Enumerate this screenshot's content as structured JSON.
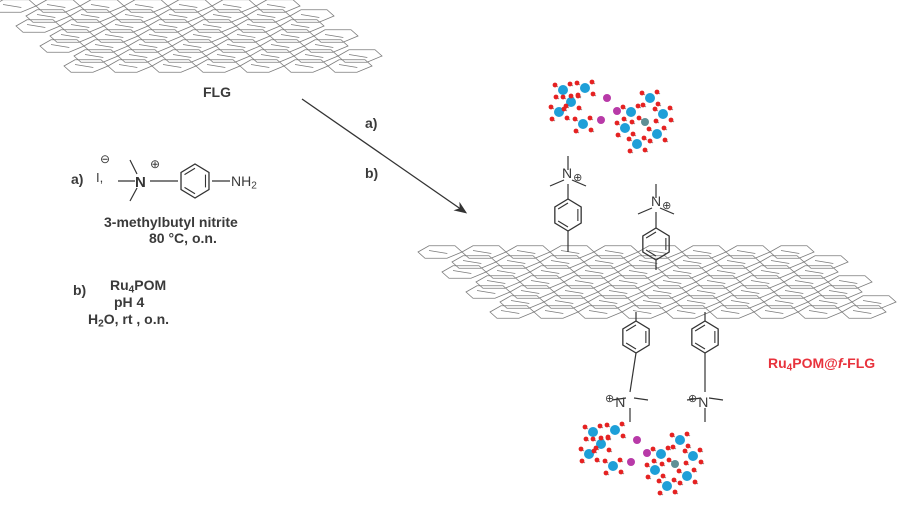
{
  "scheme": {
    "start_material": "FLG",
    "arrow": {
      "step_a_label": "a)",
      "step_b_label": "b)"
    },
    "step_a": {
      "label": "a)",
      "counterion": "I",
      "counterion_charge": "⊖",
      "reagent_structure": "4-amino-N,N,N-trimethylanilinium iodide",
      "cation_charge": "⊕",
      "amine_group": "NH",
      "amine_subscript": "2",
      "conditions_line1": "3-methylbutyl nitrite",
      "conditions_line2": "80 °C, o.n."
    },
    "step_b": {
      "label": "b)",
      "reagent_main": "Ru",
      "reagent_sub": "4",
      "reagent_rest": "POM",
      "line2": "pH 4",
      "line3_pre": "H",
      "line3_sub": "2",
      "line3_rest": "O, rt , o.n."
    },
    "product": {
      "name_main": "Ru",
      "name_sub": "4",
      "name_rest": "POM@",
      "name_italic": "f",
      "name_suffix": "-FLG",
      "color": "#e8323c",
      "ammonium_label": "N",
      "ammonium_charge": "⊕"
    },
    "colors": {
      "lattice_stroke": "#7a7a7a",
      "bond_stroke": "#333333",
      "ru_atom": "#1e9fd8",
      "oxygen_atom": "#e52222",
      "phosphorus_atom": "#b83aa8",
      "silicon_atom": "#5f8f95"
    }
  }
}
